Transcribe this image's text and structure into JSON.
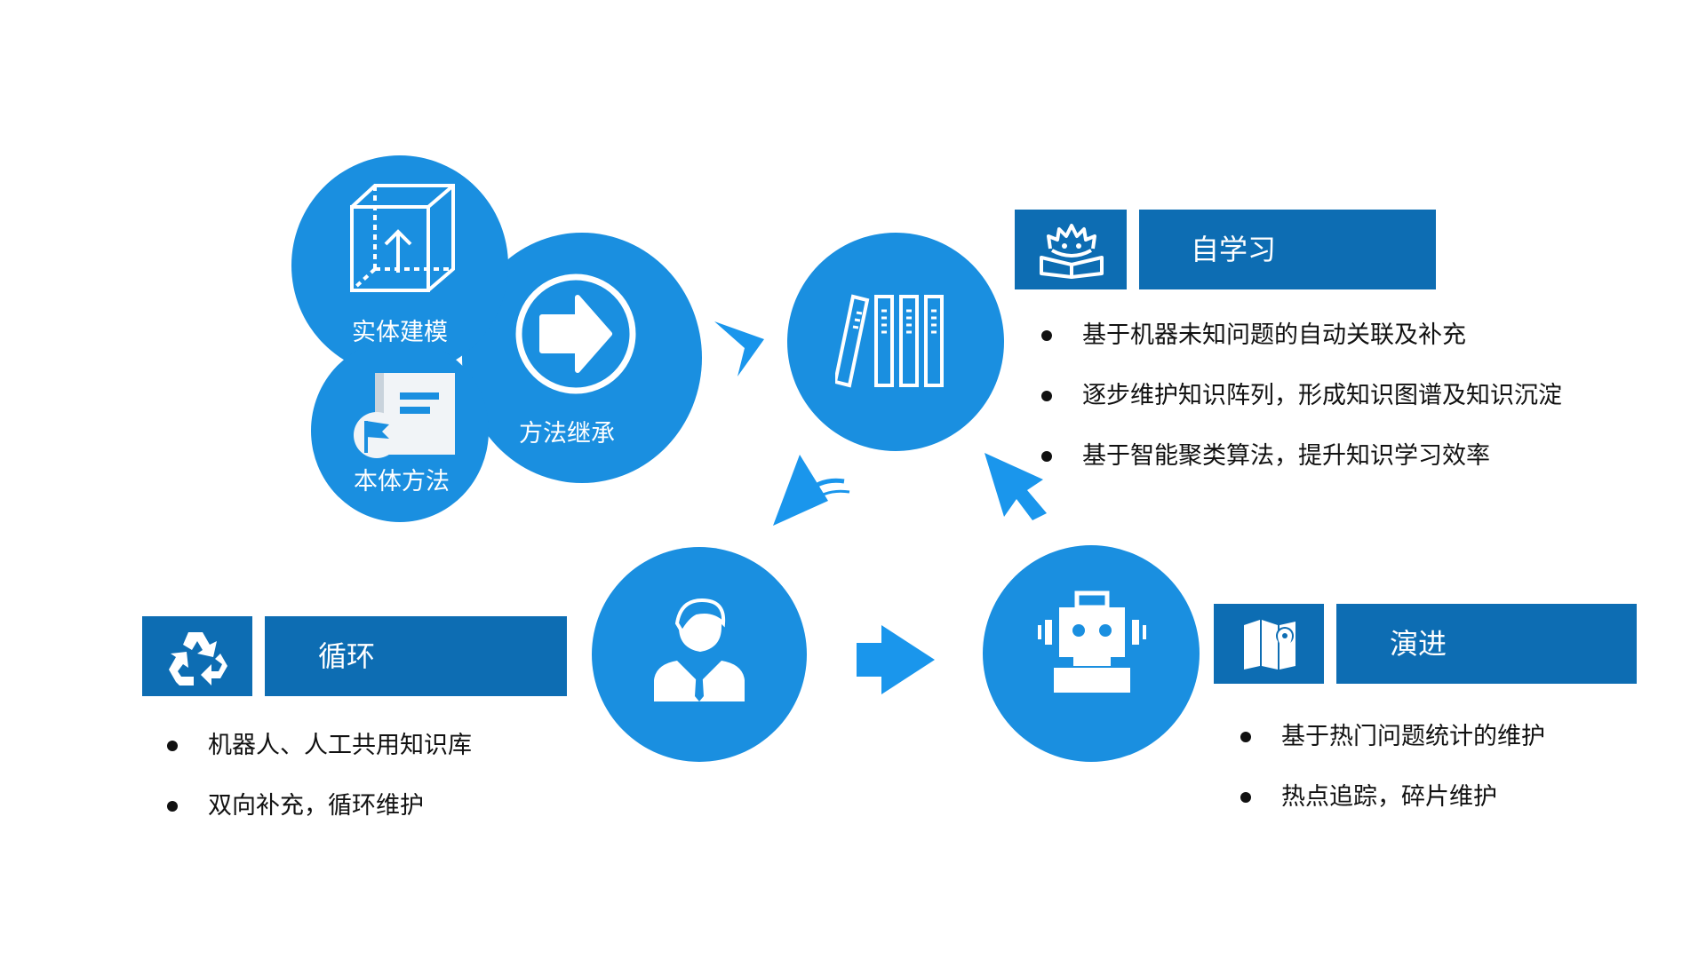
{
  "colors": {
    "circle": "#1a8fe0",
    "banner": "#0d6db3",
    "arrow": "#1a96ec",
    "text": "#111111"
  },
  "cluster": {
    "entity_modeling": "实体建模",
    "ontology_method": "本体方法",
    "method_inheritance": "方法继承",
    "icons": [
      "cube-upload-icon",
      "book-flag-icon",
      "arrow-right-circle-icon"
    ]
  },
  "self_learning": {
    "title": "自学习",
    "icon": "reading-mascot-icon",
    "center_icon": "bookshelf-icon",
    "bullets": [
      "基于机器未知问题的自动关联及补充",
      "逐步维护知识阵列，形成知识图谱及知识沉淀",
      "基于智能聚类算法，提升知识学习效率"
    ]
  },
  "cycle": {
    "title": "循环",
    "icon": "recycle-icon",
    "center_icon": "person-suit-icon",
    "bullets": [
      "机器人、人工共用知识库",
      "双向补充，循环维护"
    ]
  },
  "evolution": {
    "title": "演进",
    "icon": "map-pin-icon",
    "center_icon": "robot-icon",
    "bullets": [
      "基于热门问题统计的维护",
      "热点追踪，碎片维护"
    ]
  }
}
